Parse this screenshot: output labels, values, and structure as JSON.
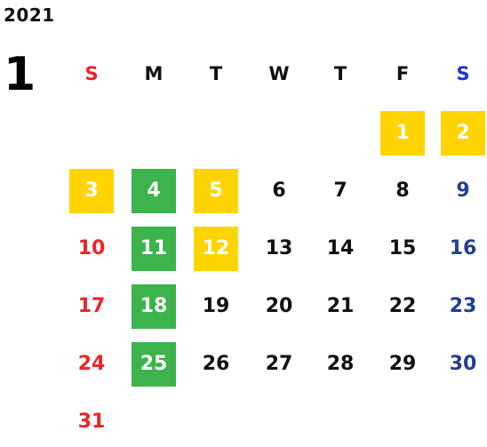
{
  "calendar": {
    "year": "2021",
    "month": "1",
    "colors": {
      "sunday": "#e8262a",
      "saturday": "#233f8f",
      "saturday_header": "#1a35d4",
      "weekday": "#111111",
      "highlight_yellow": "#ffd400",
      "highlight_green": "#3cb34b",
      "highlight_text": "#ffffff"
    },
    "weekdays": [
      {
        "label": "S",
        "kind": "sunday"
      },
      {
        "label": "M",
        "kind": "weekday"
      },
      {
        "label": "T",
        "kind": "weekday"
      },
      {
        "label": "W",
        "kind": "weekday"
      },
      {
        "label": "T",
        "kind": "weekday"
      },
      {
        "label": "F",
        "kind": "weekday"
      },
      {
        "label": "S",
        "kind": "saturday"
      }
    ],
    "days": [
      {
        "d": "1",
        "hl": "yellow"
      },
      {
        "d": "2",
        "hl": "yellow"
      },
      {
        "d": "3",
        "hl": "yellow"
      },
      {
        "d": "4",
        "hl": "green"
      },
      {
        "d": "5",
        "hl": "yellow"
      },
      {
        "d": "6",
        "hl": ""
      },
      {
        "d": "7",
        "hl": ""
      },
      {
        "d": "8",
        "hl": ""
      },
      {
        "d": "9",
        "hl": ""
      },
      {
        "d": "10",
        "hl": ""
      },
      {
        "d": "11",
        "hl": "green"
      },
      {
        "d": "12",
        "hl": "yellow"
      },
      {
        "d": "13",
        "hl": ""
      },
      {
        "d": "14",
        "hl": ""
      },
      {
        "d": "15",
        "hl": ""
      },
      {
        "d": "16",
        "hl": ""
      },
      {
        "d": "17",
        "hl": ""
      },
      {
        "d": "18",
        "hl": "green"
      },
      {
        "d": "19",
        "hl": ""
      },
      {
        "d": "20",
        "hl": ""
      },
      {
        "d": "21",
        "hl": ""
      },
      {
        "d": "22",
        "hl": ""
      },
      {
        "d": "23",
        "hl": ""
      },
      {
        "d": "24",
        "hl": ""
      },
      {
        "d": "25",
        "hl": "green"
      },
      {
        "d": "26",
        "hl": ""
      },
      {
        "d": "27",
        "hl": ""
      },
      {
        "d": "28",
        "hl": ""
      },
      {
        "d": "29",
        "hl": ""
      },
      {
        "d": "30",
        "hl": ""
      },
      {
        "d": "31",
        "hl": ""
      }
    ]
  }
}
